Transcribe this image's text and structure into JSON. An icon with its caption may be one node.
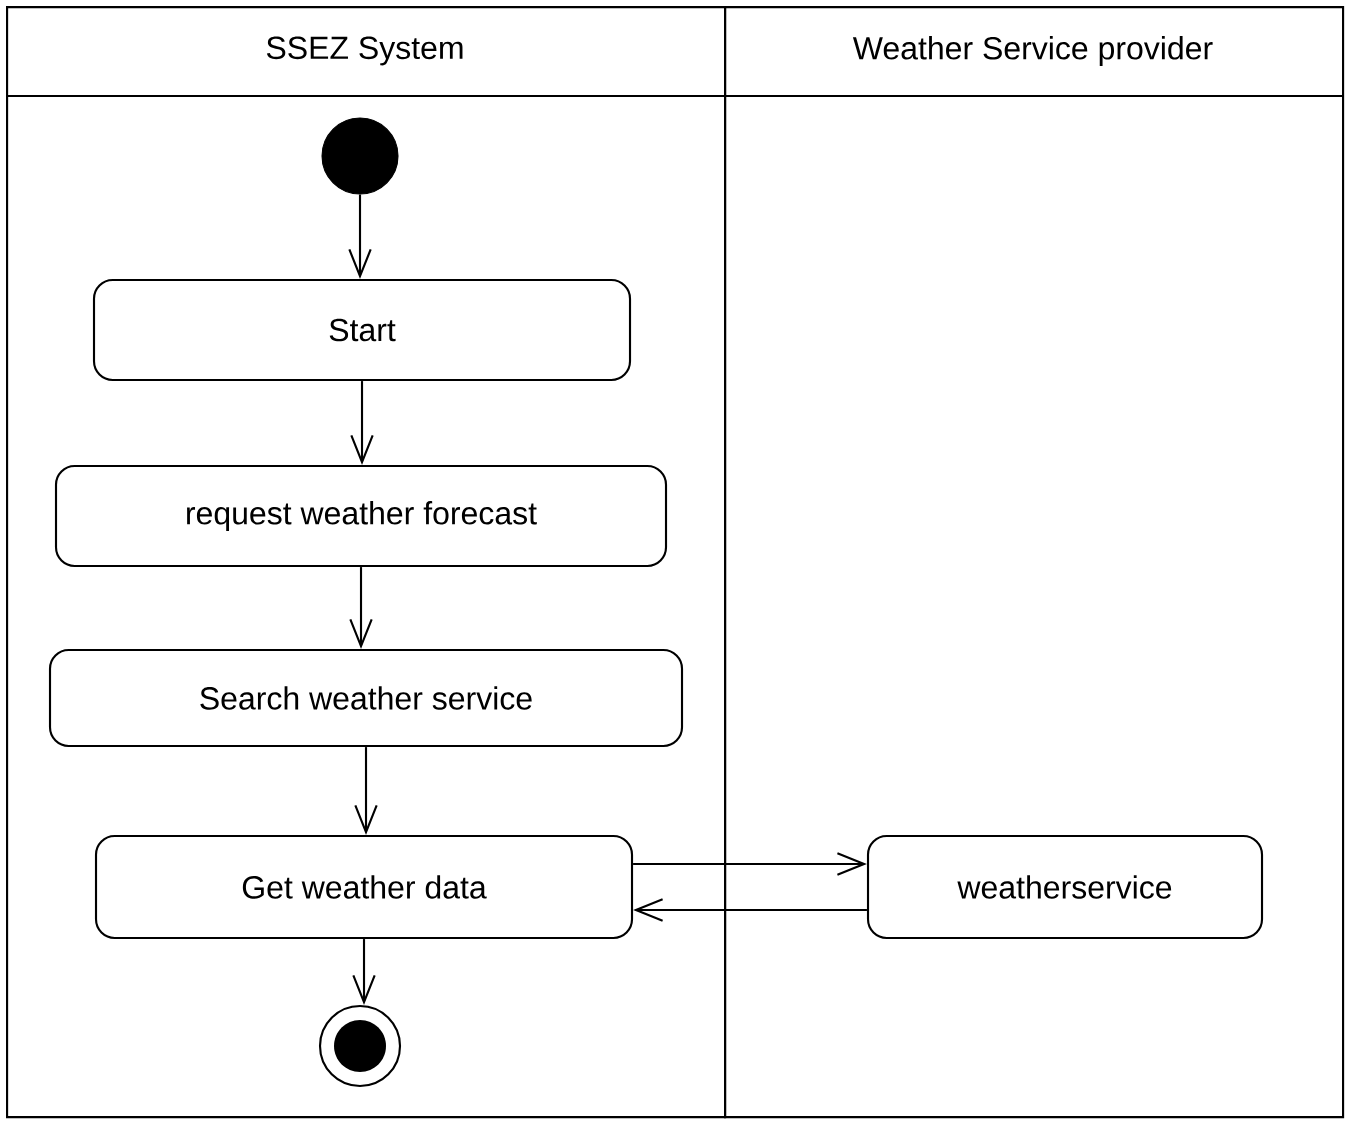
{
  "diagram": {
    "nodes": [
      {
        "text": [
          "SSEZ System"
        ]
      },
      {
        "text": [
          "Weather Service provider"
        ]
      },
      {
        "text": [],
        "shape": "circle",
        "in": 0
      },
      {
        "text": [
          "Start"
        ],
        "in": 0
      },
      {
        "text": [
          "request weather forecast"
        ],
        "in": 0
      },
      {
        "text": [
          "Search weather service"
        ],
        "in": 0
      },
      {
        "text": [
          "Get weather data"
        ],
        "in": 0
      },
      {
        "text": [
          "weatherservice"
        ],
        "in": 1
      },
      {
        "text": [],
        "shape": "circle",
        "in": 0
      }
    ],
    "edges": [
      {
        "from": 2,
        "to": 3,
        "arrow": "to"
      },
      {
        "from": 3,
        "to": 4,
        "arrow": "to"
      },
      {
        "from": 4,
        "to": 5,
        "arrow": "to"
      },
      {
        "from": 5,
        "to": 6,
        "arrow": "to"
      },
      {
        "from": 6,
        "to": 7,
        "arrow": "to"
      },
      {
        "from": 7,
        "to": 6,
        "arrow": "to"
      },
      {
        "from": 6,
        "to": 8,
        "arrow": "to"
      }
    ]
  }
}
